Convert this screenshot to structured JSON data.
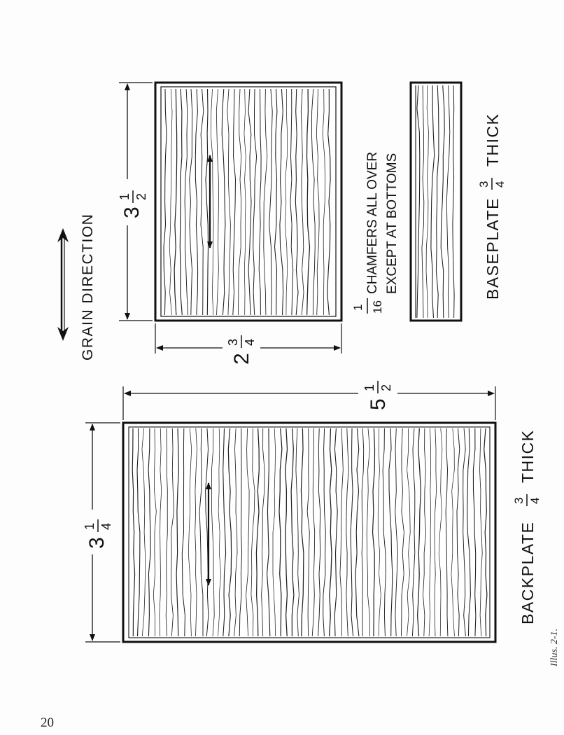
{
  "page_number": "20",
  "caption": "Illus. 2-1.",
  "legend": {
    "text": "GRAIN DIRECTION"
  },
  "dimensions": {
    "top_width_whole": "3",
    "top_width_num": "1",
    "top_width_den": "2",
    "top_depth_whole": "2",
    "top_depth_num": "3",
    "top_depth_den": "4",
    "back_width_whole": "3",
    "back_width_num": "1",
    "back_width_den": "4",
    "back_length_whole": "5",
    "back_length_num": "1",
    "back_length_den": "2"
  },
  "notes": {
    "chamfer_num": "1",
    "chamfer_den": "16",
    "chamfer_line1": "CHAMFERS ALL OVER",
    "chamfer_line2": "EXCEPT AT BOTTOMS"
  },
  "labels": {
    "baseplate_name": "BASEPLATE",
    "baseplate_num": "3",
    "baseplate_den": "4",
    "baseplate_suffix": "THICK",
    "backplate_name": "BACKPLATE",
    "backplate_num": "3",
    "backplate_den": "4",
    "backplate_suffix": "THICK"
  },
  "colors": {
    "ink": "#111111",
    "paper": "#fdfdfd"
  }
}
